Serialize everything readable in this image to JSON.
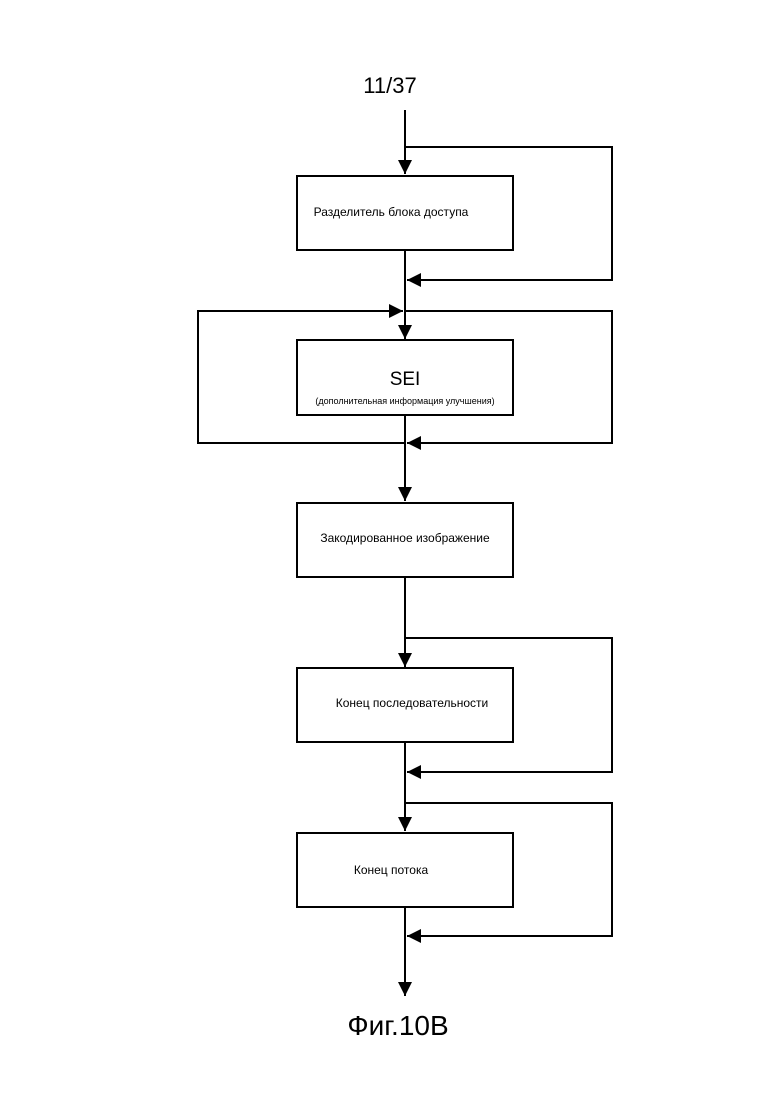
{
  "page_number": "11/37",
  "figure_caption": "Фиг.10В",
  "blocks": {
    "access_unit_delimiter": "Разделитель блока доступа",
    "sei_title": "SEI",
    "sei_subtitle": "(дополнительная информация улучшения)",
    "coded_picture": "Закодированное изображение",
    "end_of_sequence": "Конец последовательности",
    "end_of_stream": "Конец потока"
  }
}
